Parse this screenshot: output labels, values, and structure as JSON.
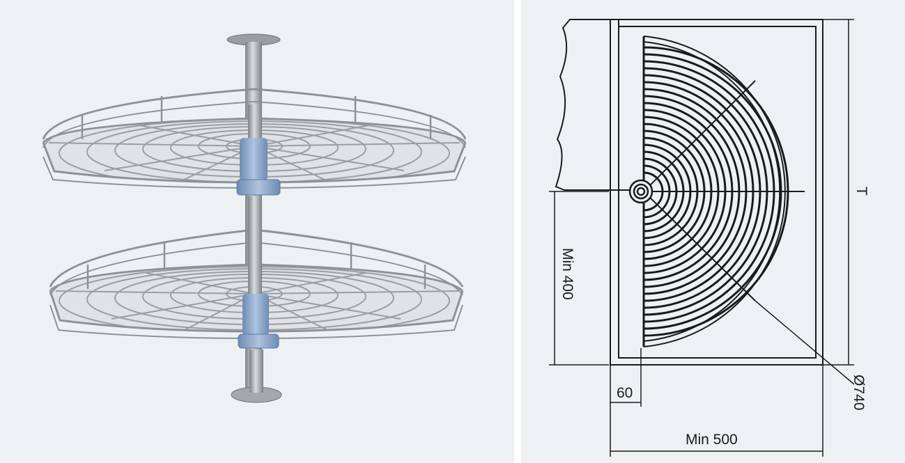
{
  "colors": {
    "background": "#eef1f4",
    "wire": "#8e9198",
    "pole": "#a4a7ad",
    "bracket": "#8fa9cc",
    "line": "#1a1a1a"
  },
  "drawing": {
    "min_depth": "Min 400",
    "offset": "60",
    "min_width": "Min 500",
    "diameter": "Ø740",
    "height_symbol": "T"
  }
}
